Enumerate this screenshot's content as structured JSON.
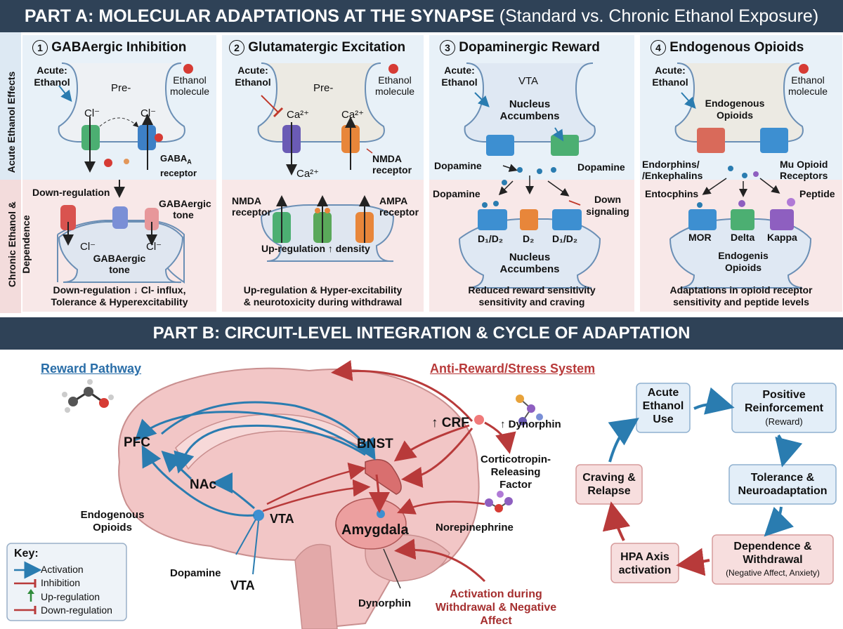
{
  "partA": {
    "title": "PART A: MOLECULAR ADAPTATIONS AT THE SYNAPSE",
    "subtitle": "(Standard vs. Chronic Ethanol Exposure)",
    "row_acute": "Acute Ethanol Effects",
    "row_chronic_1": "Chronic Ethanol &",
    "row_chronic_2": "Dependence",
    "panels": [
      {
        "num": "1",
        "title": "GABAergic Inhibition",
        "acute_1": "Acute:",
        "acute_2": "Ethanol",
        "pre": "Pre-",
        "legend_1": "Ethanol",
        "legend_2": "molecule",
        "ion_left": "Cl⁻",
        "ion_right": "Cl⁻",
        "receptor_1": "GABA",
        "receptor_sub": "A",
        "receptor_2": "receptor",
        "downreg": "Down-regulation",
        "tone_1": "GABAergic",
        "tone_2": "tone",
        "post_ion_left": "Cl⁻",
        "post_ion_right": "Cl⁻",
        "post_tone_1": "GABAergic",
        "post_tone_2": "tone",
        "caption_1": "Down-regulation ↓ Cl- influx,",
        "caption_2": "Tolerance & Hyperexcitability"
      },
      {
        "num": "2",
        "title": "Glutamatergic Excitation",
        "acute_1": "Acute:",
        "acute_2": "Ethanol",
        "pre": "Pre-",
        "legend_1": "Ethanol",
        "legend_2": "molecule",
        "ion_left": "Ca²⁺",
        "ion_right": "Ca²⁺",
        "ion_below": "Ca²⁺",
        "nmda_1": "NMDA",
        "nmda_2": "receptor",
        "chr_nmda_1": "NMDA",
        "chr_nmda_2": "receptor",
        "chr_ampa_1": "AMPA",
        "chr_ampa_2": "receptor",
        "upreg": "Up-regulation ↑ density",
        "caption_1": "Up-regulation & Hyper-excitability",
        "caption_2": "& neurotoxicity during withdrawal"
      },
      {
        "num": "3",
        "title": "Dopaminergic Reward",
        "acute_1": "Acute:",
        "acute_2": "Ethanol",
        "vta": "VTA",
        "nac_1": "Nucleus",
        "nac_2": "Accumbens",
        "da_left": "Dopamine",
        "da_right": "Dopamine",
        "da_lower": "Dopamine",
        "down_1": "Down",
        "down_2": "signaling",
        "r1": "D₁/D₂",
        "r2": "D₂",
        "r3": "D₁/D₂",
        "post_1": "Nucleus",
        "post_2": "Accumbens",
        "caption_1": "Reduced reward sensitivity",
        "caption_2": "sensitivity and craving"
      },
      {
        "num": "4",
        "title": "Endogenous Opioids",
        "acute_1": "Acute:",
        "acute_2": "Ethanol",
        "legend_1": "Ethanol",
        "legend_2": "molecule",
        "pre_1": "Endogenous",
        "pre_2": "Opioids",
        "endo_1": "Endorphins/",
        "endo_2": "/Enkephalins",
        "mu_1": "Mu Opioid",
        "mu_2": "Receptors",
        "entoc": "Entocphins",
        "peptide": "Peptide",
        "r1": "MOR",
        "r2": "Delta",
        "r3": "Kappa",
        "post_1": "Endogenis",
        "post_2": "Opioids",
        "caption_1": "Adaptations in opioid receptor",
        "caption_2": "sensitivity and peptide levels"
      }
    ]
  },
  "partB": {
    "title": "PART B: CIRCUIT-LEVEL INTEGRATION & CYCLE OF ADAPTATION",
    "reward_pathway": "Reward Pathway",
    "anti_reward": "Anti-Reward/Stress System",
    "brain": {
      "pfc": "PFC",
      "nac": "NAc",
      "vta": "VTA",
      "vta_lower": "VTA",
      "bnst": "BNST",
      "amygdala": "Amygdala",
      "crf": "↑ CRF",
      "dynorphin_up": "↑ Dynorphin",
      "crf_full_1": "Corticotropin-",
      "crf_full_2": "Releasing",
      "crf_full_3": "Factor",
      "endo_1": "Endogenous",
      "endo_2": "Opioids",
      "dopamine": "Dopamine",
      "norepinephrine": "Norepinephrine",
      "dynorphin": "Dynorphin",
      "withdrawal_1": "Activation during",
      "withdrawal_2": "Withdrawal & Negative",
      "withdrawal_3": "Affect"
    },
    "key": {
      "title": "Key:",
      "items": [
        "Activation",
        "Inhibition",
        "Up-regulation",
        "Down-regulation"
      ]
    },
    "cycle": {
      "acute_1": "Acute",
      "acute_2": "Ethanol",
      "acute_3": "Use",
      "pos_1": "Positive",
      "pos_2": "Reinforcement",
      "pos_3": "(Reward)",
      "tol_1": "Tolerance &",
      "tol_2": "Neuroadaptation",
      "dep_1": "Dependence &",
      "dep_2": "Withdrawal",
      "dep_3": "(Negative Affect, Anxiety)",
      "hpa_1": "HPA Axis",
      "hpa_2": "activation",
      "crave_1": "Craving &",
      "crave_2": "Relapse"
    }
  },
  "colors": {
    "banner": "#2f4257",
    "acute_bg": "#e8f1f8",
    "chronic_bg": "#f8e8e8",
    "activation": "#2a7cb0",
    "inhibition": "#c0392b",
    "upreg": "#2e8b3a",
    "brain_fill": "#f2c6c6",
    "blue_box": "#e3eef8",
    "red_box": "#f7dede"
  }
}
